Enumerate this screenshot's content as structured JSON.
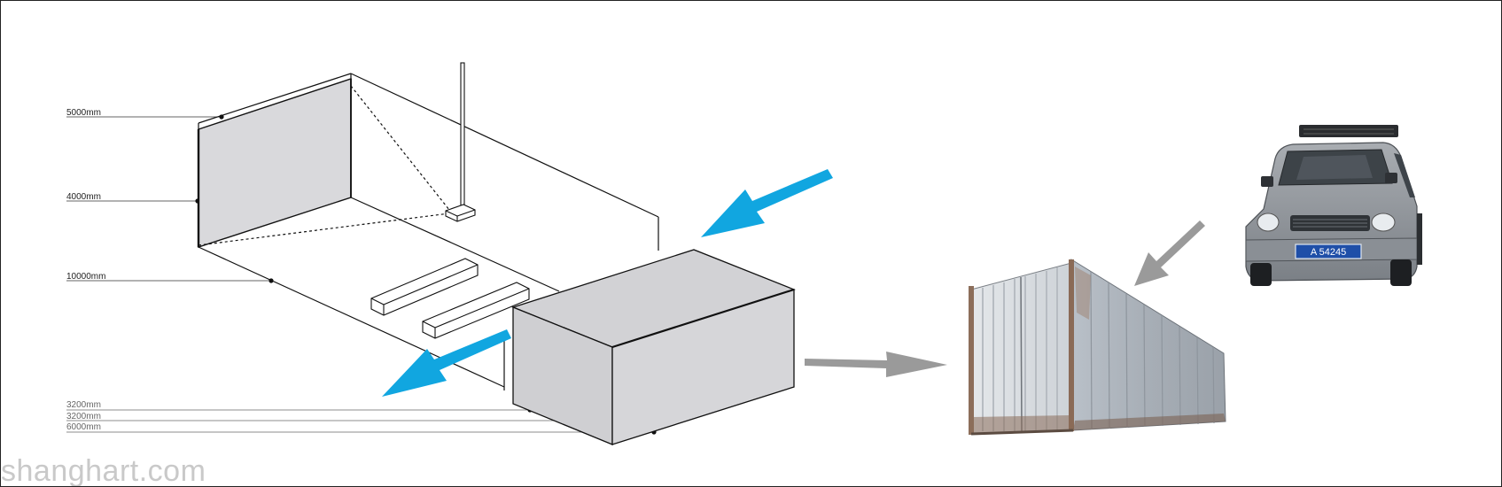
{
  "dimensions": {
    "d5000": "5000mm",
    "d4000": "4000mm",
    "d10000": "10000mm",
    "d3200a": "3200mm",
    "d3200b": "3200mm",
    "d6000": "6000mm"
  },
  "plate": {
    "text": "A 54245"
  },
  "watermark": "shanghart.com",
  "colors": {
    "flow_arrow": "#11a6e0",
    "move_arrow": "#9a9a9a",
    "panel_fill": "#d9d9dc",
    "line": "#111111"
  }
}
